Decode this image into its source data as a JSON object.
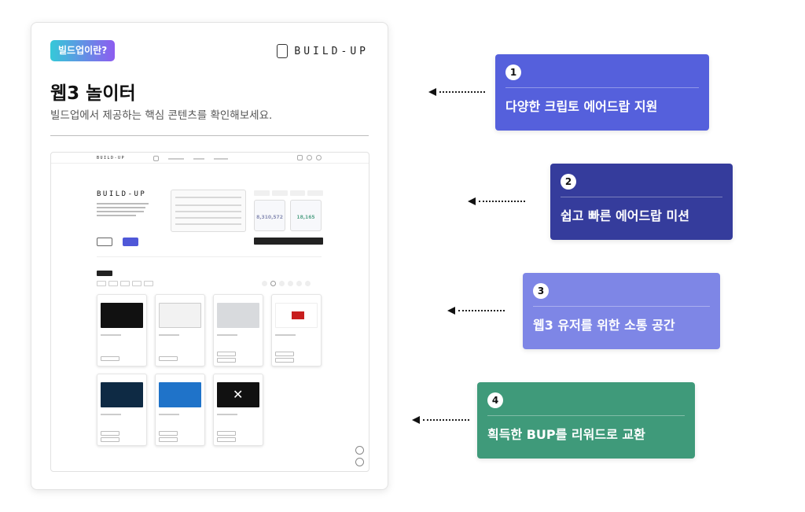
{
  "card": {
    "badge": "빌드업이란?",
    "brand": "BUILD-UP",
    "title": "웹3 놀이터",
    "subtitle": "빌드업에서 제공하는 핵심 콘텐츠를 확인해보세요."
  },
  "screenshot": {
    "logo": "BUILD-UP",
    "hero_logo": "BUILD-UP",
    "stats": [
      "8,310,572",
      "18,165"
    ]
  },
  "callouts": [
    {
      "number": "1",
      "text": "다양한 크립토 에어드랍 지원",
      "color": "#5560dc"
    },
    {
      "number": "2",
      "text": "쉽고 빠른 에어드랍 미션",
      "color": "#353c9c"
    },
    {
      "number": "3",
      "text": "웹3 유저를 위한 소통 공간",
      "color": "#7e86e6"
    },
    {
      "number": "4",
      "text": "획득한 BUP를 리워드로 교환",
      "color": "#3f9a7a"
    }
  ]
}
